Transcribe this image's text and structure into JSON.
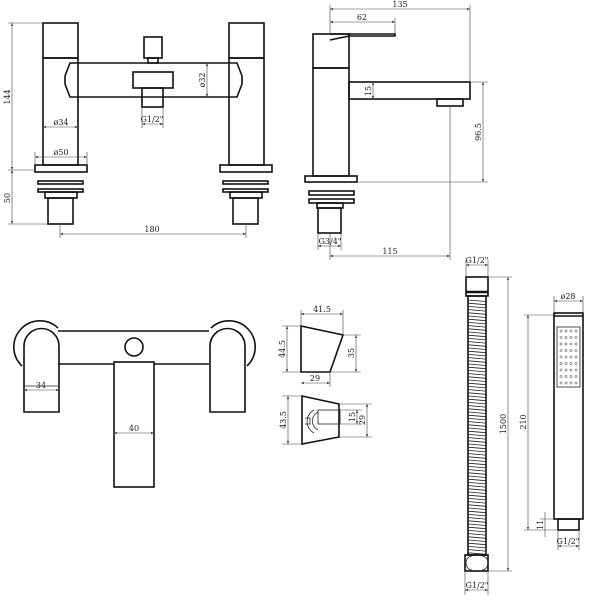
{
  "bath_filler_front": {
    "height": "144",
    "base_height": "50",
    "centres": "180",
    "pillar_dia": "ø34",
    "base_dia": "ø50",
    "body_dia": "ø32",
    "outlet_thread": "G1/2\""
  },
  "bath_filler_side": {
    "reach_total": "135",
    "lever_length": "62",
    "spout_thickness": "15",
    "spout_height": "96.5",
    "reach_base": "115",
    "inlet_thread": "G3/4\""
  },
  "wall_mixer": {
    "handle_width": "34",
    "spout_width": "40"
  },
  "handset_holder": {
    "top_width": "41.5",
    "left_height": "44.5",
    "right_height": "35",
    "bottom_width": "29",
    "plan_depth": "43.5",
    "clip_inner": "15",
    "clip_outer": "29"
  },
  "shower_hose": {
    "top_thread": "G1/2\"",
    "length": "1500",
    "bottom_thread": "G1/2\""
  },
  "handset": {
    "diameter": "ø28",
    "length": "210",
    "connector_length": "11",
    "thread": "G1/2\""
  }
}
